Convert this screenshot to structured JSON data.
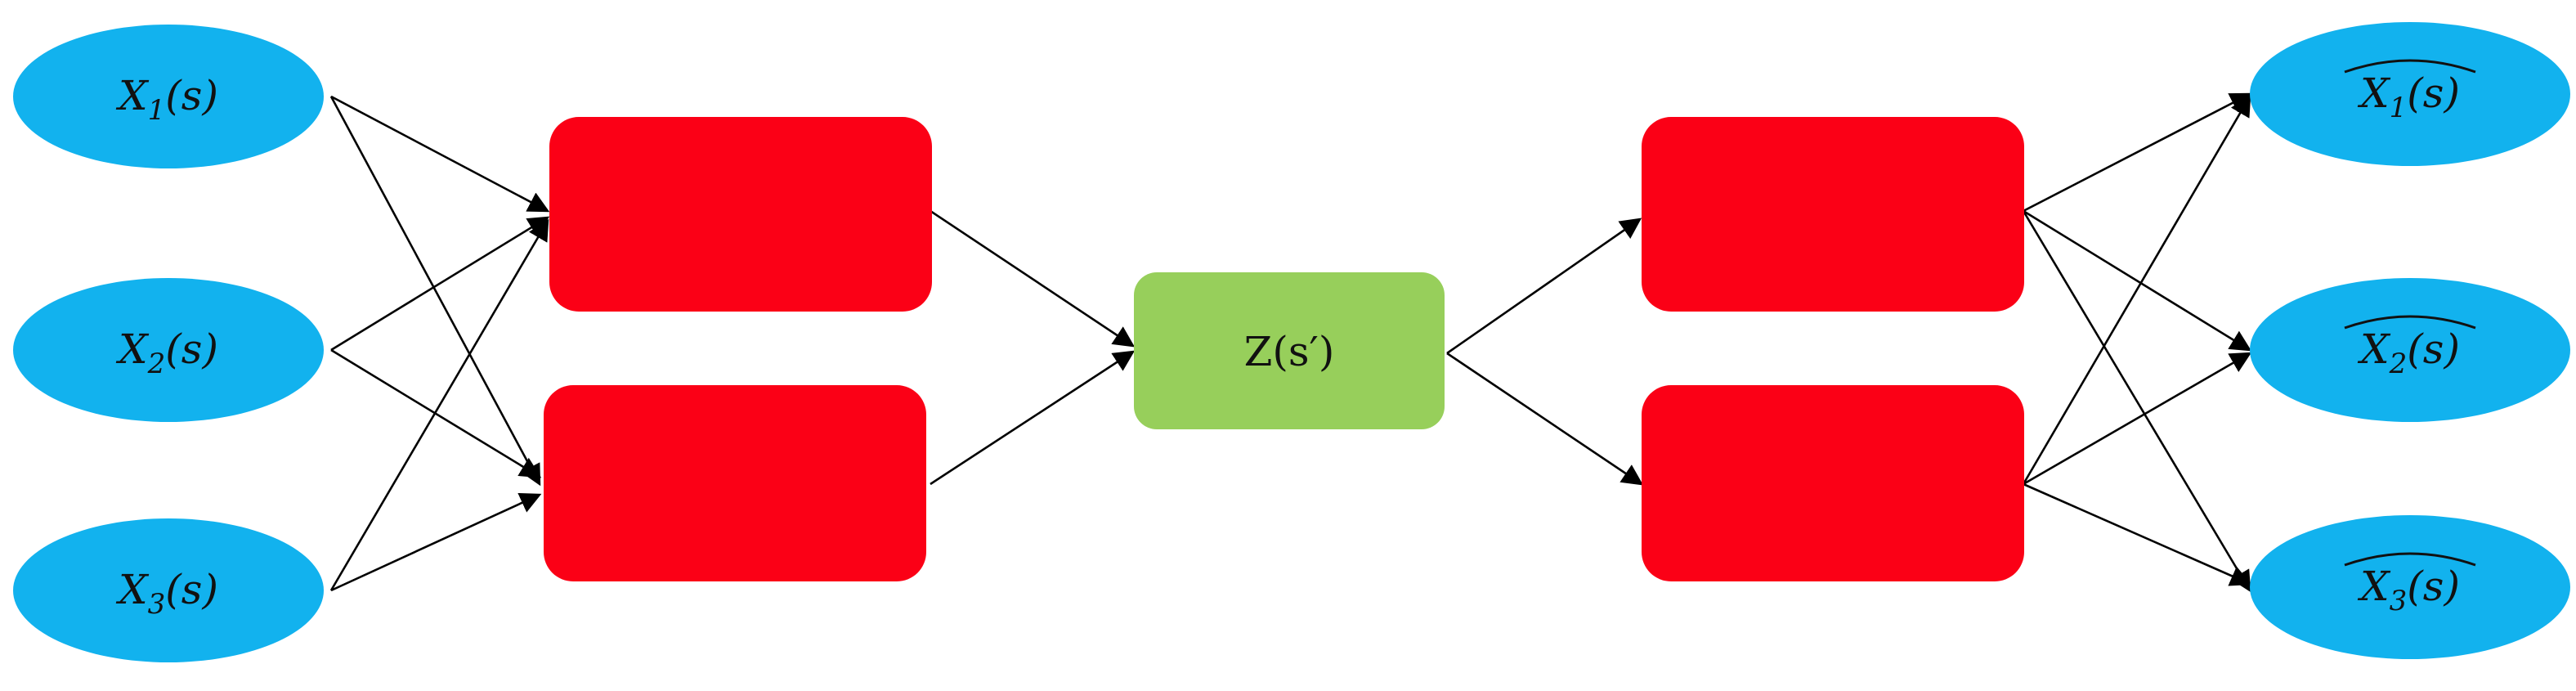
{
  "colors": {
    "input_node": "#12b2ee",
    "hidden_block": "#fb0016",
    "latent_block": "#97cf5b",
    "output_node": "#12b2ee",
    "edge": "#000000"
  },
  "inputs": [
    {
      "base": "X",
      "sub": "1",
      "arg": "(s)"
    },
    {
      "base": "X",
      "sub": "2",
      "arg": "(s)"
    },
    {
      "base": "X",
      "sub": "3",
      "arg": "(s)"
    }
  ],
  "latent": {
    "text": "Z(s′)"
  },
  "outputs": [
    {
      "base": "X",
      "sub": "1",
      "arg": "(s)"
    },
    {
      "base": "X",
      "sub": "2",
      "arg": "(s)"
    },
    {
      "base": "X",
      "sub": "3",
      "arg": "(s)"
    }
  ]
}
